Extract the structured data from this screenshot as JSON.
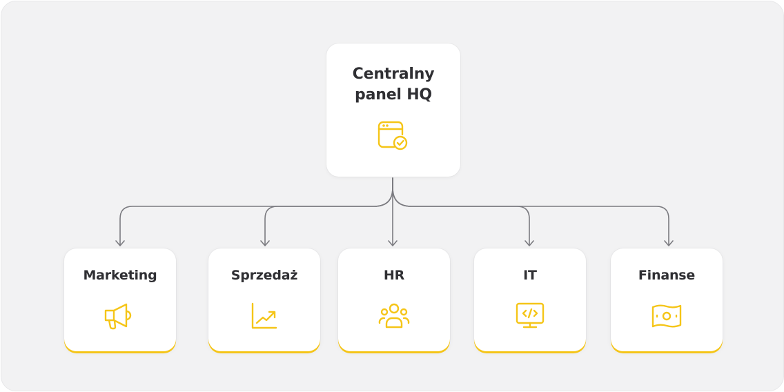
{
  "colors": {
    "accent": "#f5c518",
    "connector": "#7b7b80",
    "text": "#2f2f33",
    "background": "#f2f2f3",
    "card": "#ffffff"
  },
  "root": {
    "title": "Centralny\npanel HQ",
    "icon": "browser-window-check-icon"
  },
  "children": [
    {
      "id": "marketing",
      "title": "Marketing",
      "icon": "megaphone-icon"
    },
    {
      "id": "sprzedaz",
      "title": "Sprzedaż",
      "icon": "growth-chart-icon"
    },
    {
      "id": "hr",
      "title": "HR",
      "icon": "users-group-icon"
    },
    {
      "id": "it",
      "title": "IT",
      "icon": "code-monitor-icon"
    },
    {
      "id": "finanse",
      "title": "Finanse",
      "icon": "banknote-icon"
    }
  ]
}
